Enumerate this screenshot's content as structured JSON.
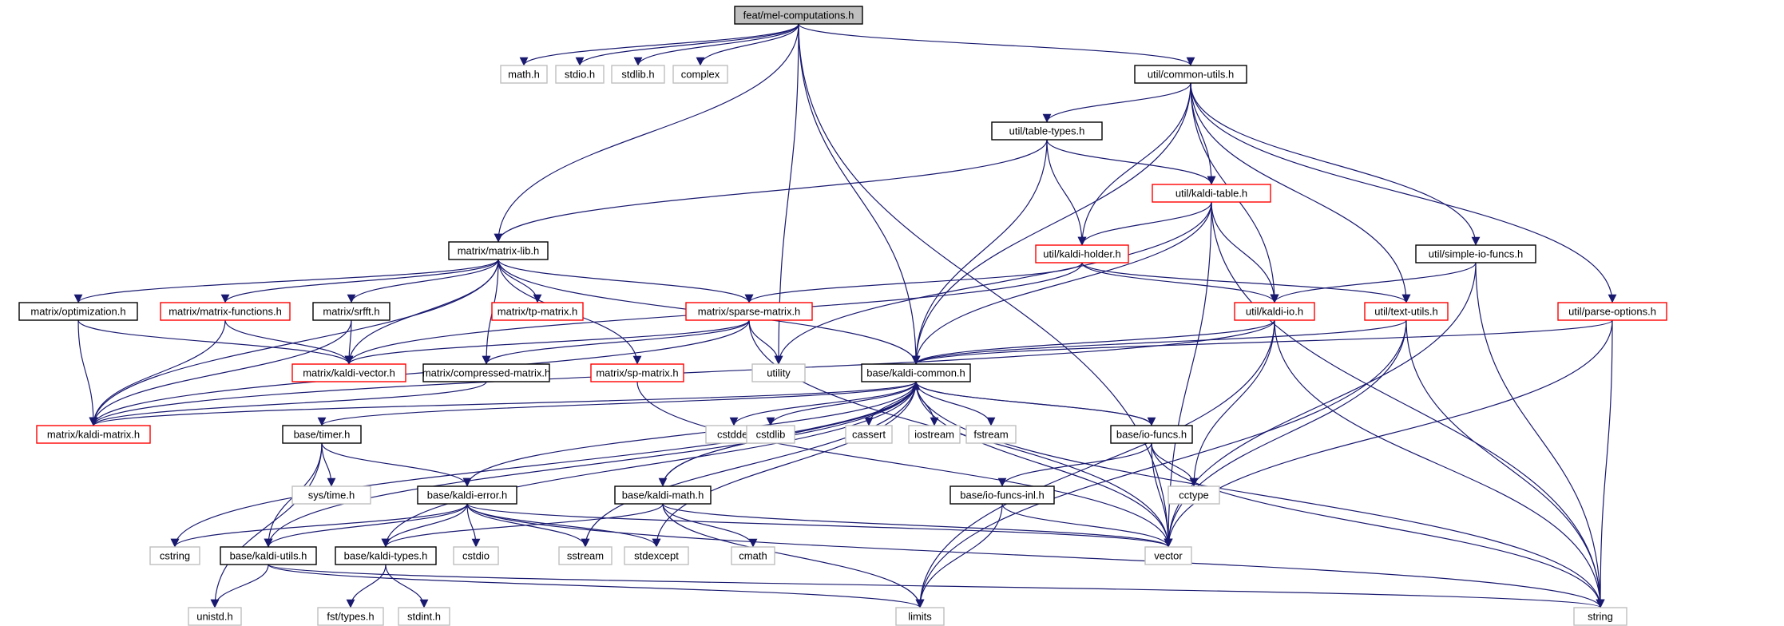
{
  "colors": {
    "edge": "#191970",
    "node_black": "#000000",
    "node_red": "#ff0000",
    "node_gray": "#bfbfbf",
    "root_fill": "#bfbfbf"
  },
  "nodes": [
    {
      "id": "root",
      "label": "feat/mel-computations.h",
      "style": "root"
    },
    {
      "id": "math_h",
      "label": "math.h",
      "style": "gray"
    },
    {
      "id": "stdio_h",
      "label": "stdio.h",
      "style": "gray"
    },
    {
      "id": "stdlib_h",
      "label": "stdlib.h",
      "style": "gray"
    },
    {
      "id": "complex",
      "label": "complex",
      "style": "gray"
    },
    {
      "id": "common_utils",
      "label": "util/common-utils.h",
      "style": "black"
    },
    {
      "id": "table_types",
      "label": "util/table-types.h",
      "style": "black"
    },
    {
      "id": "kaldi_table",
      "label": "util/kaldi-table.h",
      "style": "red"
    },
    {
      "id": "matrix_lib",
      "label": "matrix/matrix-lib.h",
      "style": "black"
    },
    {
      "id": "kaldi_holder",
      "label": "util/kaldi-holder.h",
      "style": "red"
    },
    {
      "id": "simple_io",
      "label": "util/simple-io-funcs.h",
      "style": "black"
    },
    {
      "id": "optimization",
      "label": "matrix/optimization.h",
      "style": "black"
    },
    {
      "id": "matrix_functions",
      "label": "matrix/matrix-functions.h",
      "style": "red"
    },
    {
      "id": "srfft",
      "label": "matrix/srfft.h",
      "style": "black"
    },
    {
      "id": "tp_matrix",
      "label": "matrix/tp-matrix.h",
      "style": "red"
    },
    {
      "id": "sparse_matrix",
      "label": "matrix/sparse-matrix.h",
      "style": "red"
    },
    {
      "id": "kaldi_io",
      "label": "util/kaldi-io.h",
      "style": "red"
    },
    {
      "id": "text_utils",
      "label": "util/text-utils.h",
      "style": "red"
    },
    {
      "id": "parse_options",
      "label": "util/parse-options.h",
      "style": "red"
    },
    {
      "id": "kaldi_vector",
      "label": "matrix/kaldi-vector.h",
      "style": "red"
    },
    {
      "id": "compressed_matrix",
      "label": "matrix/compressed-matrix.h",
      "style": "black"
    },
    {
      "id": "sp_matrix",
      "label": "matrix/sp-matrix.h",
      "style": "red"
    },
    {
      "id": "utility",
      "label": "utility",
      "style": "gray"
    },
    {
      "id": "kaldi_common",
      "label": "base/kaldi-common.h",
      "style": "black"
    },
    {
      "id": "kaldi_matrix",
      "label": "matrix/kaldi-matrix.h",
      "style": "red"
    },
    {
      "id": "timer",
      "label": "base/timer.h",
      "style": "black"
    },
    {
      "id": "cstddef",
      "label": "cstddef",
      "style": "gray"
    },
    {
      "id": "cstdlib",
      "label": "cstdlib",
      "style": "gray"
    },
    {
      "id": "cassert",
      "label": "cassert",
      "style": "gray"
    },
    {
      "id": "iostream",
      "label": "iostream",
      "style": "gray"
    },
    {
      "id": "fstream",
      "label": "fstream",
      "style": "gray"
    },
    {
      "id": "io_funcs",
      "label": "base/io-funcs.h",
      "style": "black"
    },
    {
      "id": "sys_time",
      "label": "sys/time.h",
      "style": "gray"
    },
    {
      "id": "kaldi_error",
      "label": "base/kaldi-error.h",
      "style": "black"
    },
    {
      "id": "kaldi_math",
      "label": "base/kaldi-math.h",
      "style": "black"
    },
    {
      "id": "io_funcs_inl",
      "label": "base/io-funcs-inl.h",
      "style": "black"
    },
    {
      "id": "cctype",
      "label": "cctype",
      "style": "gray"
    },
    {
      "id": "cstring",
      "label": "cstring",
      "style": "gray"
    },
    {
      "id": "kaldi_utils",
      "label": "base/kaldi-utils.h",
      "style": "black"
    },
    {
      "id": "kaldi_types",
      "label": "base/kaldi-types.h",
      "style": "black"
    },
    {
      "id": "cstdio",
      "label": "cstdio",
      "style": "gray"
    },
    {
      "id": "sstream",
      "label": "sstream",
      "style": "gray"
    },
    {
      "id": "stdexcept",
      "label": "stdexcept",
      "style": "gray"
    },
    {
      "id": "cmath",
      "label": "cmath",
      "style": "gray"
    },
    {
      "id": "vector",
      "label": "vector",
      "style": "gray"
    },
    {
      "id": "unistd",
      "label": "unistd.h",
      "style": "gray"
    },
    {
      "id": "fst_types",
      "label": "fst/types.h",
      "style": "gray"
    },
    {
      "id": "stdint",
      "label": "stdint.h",
      "style": "gray"
    },
    {
      "id": "limits",
      "label": "limits",
      "style": "gray"
    },
    {
      "id": "string",
      "label": "string",
      "style": "gray"
    }
  ],
  "edges": [
    [
      "root",
      "math_h"
    ],
    [
      "root",
      "stdio_h"
    ],
    [
      "root",
      "stdlib_h"
    ],
    [
      "root",
      "complex"
    ],
    [
      "root",
      "common_utils"
    ],
    [
      "root",
      "matrix_lib"
    ],
    [
      "root",
      "utility"
    ],
    [
      "root",
      "kaldi_common"
    ],
    [
      "root",
      "vector"
    ],
    [
      "common_utils",
      "table_types"
    ],
    [
      "common_utils",
      "kaldi_table"
    ],
    [
      "common_utils",
      "kaldi_holder"
    ],
    [
      "common_utils",
      "kaldi_io"
    ],
    [
      "common_utils",
      "text_utils"
    ],
    [
      "common_utils",
      "simple_io"
    ],
    [
      "common_utils",
      "parse_options"
    ],
    [
      "common_utils",
      "kaldi_common"
    ],
    [
      "table_types",
      "kaldi_table"
    ],
    [
      "table_types",
      "kaldi_holder"
    ],
    [
      "table_types",
      "matrix_lib"
    ],
    [
      "table_types",
      "kaldi_common"
    ],
    [
      "kaldi_table",
      "kaldi_holder"
    ],
    [
      "kaldi_table",
      "kaldi_io"
    ],
    [
      "kaldi_table",
      "kaldi_common"
    ],
    [
      "kaldi_table",
      "utility"
    ],
    [
      "kaldi_table",
      "vector"
    ],
    [
      "kaldi_table",
      "string"
    ],
    [
      "kaldi_holder",
      "kaldi_io"
    ],
    [
      "kaldi_holder",
      "text_utils"
    ],
    [
      "kaldi_holder",
      "sparse_matrix"
    ],
    [
      "kaldi_holder",
      "kaldi_vector"
    ],
    [
      "simple_io",
      "kaldi_io"
    ],
    [
      "simple_io",
      "vector"
    ],
    [
      "simple_io",
      "string"
    ],
    [
      "matrix_lib",
      "optimization"
    ],
    [
      "matrix_lib",
      "matrix_functions"
    ],
    [
      "matrix_lib",
      "srfft"
    ],
    [
      "matrix_lib",
      "tp_matrix"
    ],
    [
      "matrix_lib",
      "sparse_matrix"
    ],
    [
      "matrix_lib",
      "sp_matrix"
    ],
    [
      "matrix_lib",
      "compressed_matrix"
    ],
    [
      "matrix_lib",
      "kaldi_vector"
    ],
    [
      "matrix_lib",
      "kaldi_matrix"
    ],
    [
      "matrix_lib",
      "kaldi_common"
    ],
    [
      "optimization",
      "kaldi_vector"
    ],
    [
      "optimization",
      "kaldi_matrix"
    ],
    [
      "matrix_functions",
      "kaldi_vector"
    ],
    [
      "matrix_functions",
      "kaldi_matrix"
    ],
    [
      "srfft",
      "kaldi_vector"
    ],
    [
      "srfft",
      "kaldi_matrix"
    ],
    [
      "sparse_matrix",
      "kaldi_vector"
    ],
    [
      "sparse_matrix",
      "compressed_matrix"
    ],
    [
      "sparse_matrix",
      "utility"
    ],
    [
      "sparse_matrix",
      "kaldi_matrix"
    ],
    [
      "sparse_matrix",
      "vector"
    ],
    [
      "kaldi_io",
      "kaldi_common"
    ],
    [
      "kaldi_io",
      "cctype"
    ],
    [
      "kaldi_io",
      "limits"
    ],
    [
      "kaldi_io",
      "string"
    ],
    [
      "kaldi_io",
      "kaldi_matrix"
    ],
    [
      "text_utils",
      "kaldi_common"
    ],
    [
      "text_utils",
      "vector"
    ],
    [
      "text_utils",
      "limits"
    ],
    [
      "text_utils",
      "string"
    ],
    [
      "parse_options",
      "kaldi_common"
    ],
    [
      "parse_options",
      "vector"
    ],
    [
      "parse_options",
      "string"
    ],
    [
      "compressed_matrix",
      "kaldi_matrix"
    ],
    [
      "sp_matrix",
      "vector"
    ],
    [
      "kaldi_common",
      "kaldi_matrix"
    ],
    [
      "kaldi_common",
      "timer"
    ],
    [
      "kaldi_common",
      "cstddef"
    ],
    [
      "kaldi_common",
      "cstdlib"
    ],
    [
      "kaldi_common",
      "cassert"
    ],
    [
      "kaldi_common",
      "iostream"
    ],
    [
      "kaldi_common",
      "fstream"
    ],
    [
      "kaldi_common",
      "io_funcs"
    ],
    [
      "kaldi_common",
      "kaldi_error"
    ],
    [
      "kaldi_common",
      "kaldi_math"
    ],
    [
      "kaldi_common",
      "cstring"
    ],
    [
      "kaldi_common",
      "kaldi_utils"
    ],
    [
      "kaldi_common",
      "kaldi_types"
    ],
    [
      "kaldi_common",
      "sstream"
    ],
    [
      "kaldi_common",
      "stdexcept"
    ],
    [
      "kaldi_common",
      "vector"
    ],
    [
      "kaldi_common",
      "string"
    ],
    [
      "timer",
      "sys_time"
    ],
    [
      "timer",
      "kaldi_error"
    ],
    [
      "timer",
      "kaldi_utils"
    ],
    [
      "timer",
      "unistd"
    ],
    [
      "io_funcs",
      "kaldi_common"
    ],
    [
      "io_funcs",
      "io_funcs_inl"
    ],
    [
      "io_funcs",
      "cctype"
    ],
    [
      "io_funcs",
      "vector"
    ],
    [
      "io_funcs",
      "string"
    ],
    [
      "kaldi_error",
      "cstring"
    ],
    [
      "kaldi_error",
      "kaldi_utils"
    ],
    [
      "kaldi_error",
      "kaldi_types"
    ],
    [
      "kaldi_error",
      "cstdio"
    ],
    [
      "kaldi_error",
      "sstream"
    ],
    [
      "kaldi_error",
      "stdexcept"
    ],
    [
      "kaldi_error",
      "vector"
    ],
    [
      "kaldi_error",
      "string"
    ],
    [
      "kaldi_math",
      "kaldi_common"
    ],
    [
      "kaldi_math",
      "kaldi_types"
    ],
    [
      "kaldi_math",
      "cmath"
    ],
    [
      "kaldi_math",
      "limits"
    ],
    [
      "kaldi_math",
      "vector"
    ],
    [
      "io_funcs_inl",
      "limits"
    ],
    [
      "io_funcs_inl",
      "vector"
    ],
    [
      "kaldi_utils",
      "unistd"
    ],
    [
      "kaldi_utils",
      "limits"
    ],
    [
      "kaldi_utils",
      "string"
    ],
    [
      "kaldi_types",
      "fst_types"
    ],
    [
      "kaldi_types",
      "stdint"
    ]
  ]
}
